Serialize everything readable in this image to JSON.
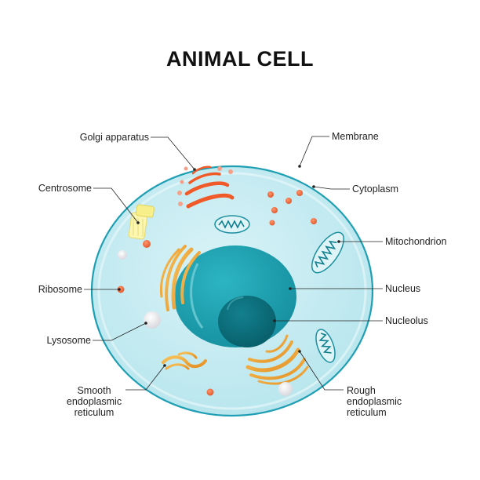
{
  "title": "ANIMAL CELL",
  "labels": {
    "golgi": "Golgi apparatus",
    "membrane": "Membrane",
    "centrosome": "Centrosome",
    "cytoplasm": "Cytoplasm",
    "mitochondrion": "Mitochondrion",
    "ribosome": "Ribosome",
    "nucleus": "Nucleus",
    "nucleolus": "Nucleolus",
    "lysosome": "Lysosome",
    "smooth_er": [
      "Smooth",
      "endoplasmic",
      "reticulum"
    ],
    "rough_er": [
      "Rough",
      "endoplasmic",
      "reticulum"
    ]
  },
  "colors": {
    "membrane": "#1f9fb3",
    "cytoplasm": "#cdeef4",
    "nucleus": "#1ea4b3",
    "nucleolus": "#0b6f7c",
    "golgi": "#f05a28",
    "er": "#f4a93a",
    "ribosome": "#f26b3a",
    "lysosome": "#eeeef2",
    "centrosome": "#f7f08a",
    "mitochondrion": "#1b8fa0"
  }
}
